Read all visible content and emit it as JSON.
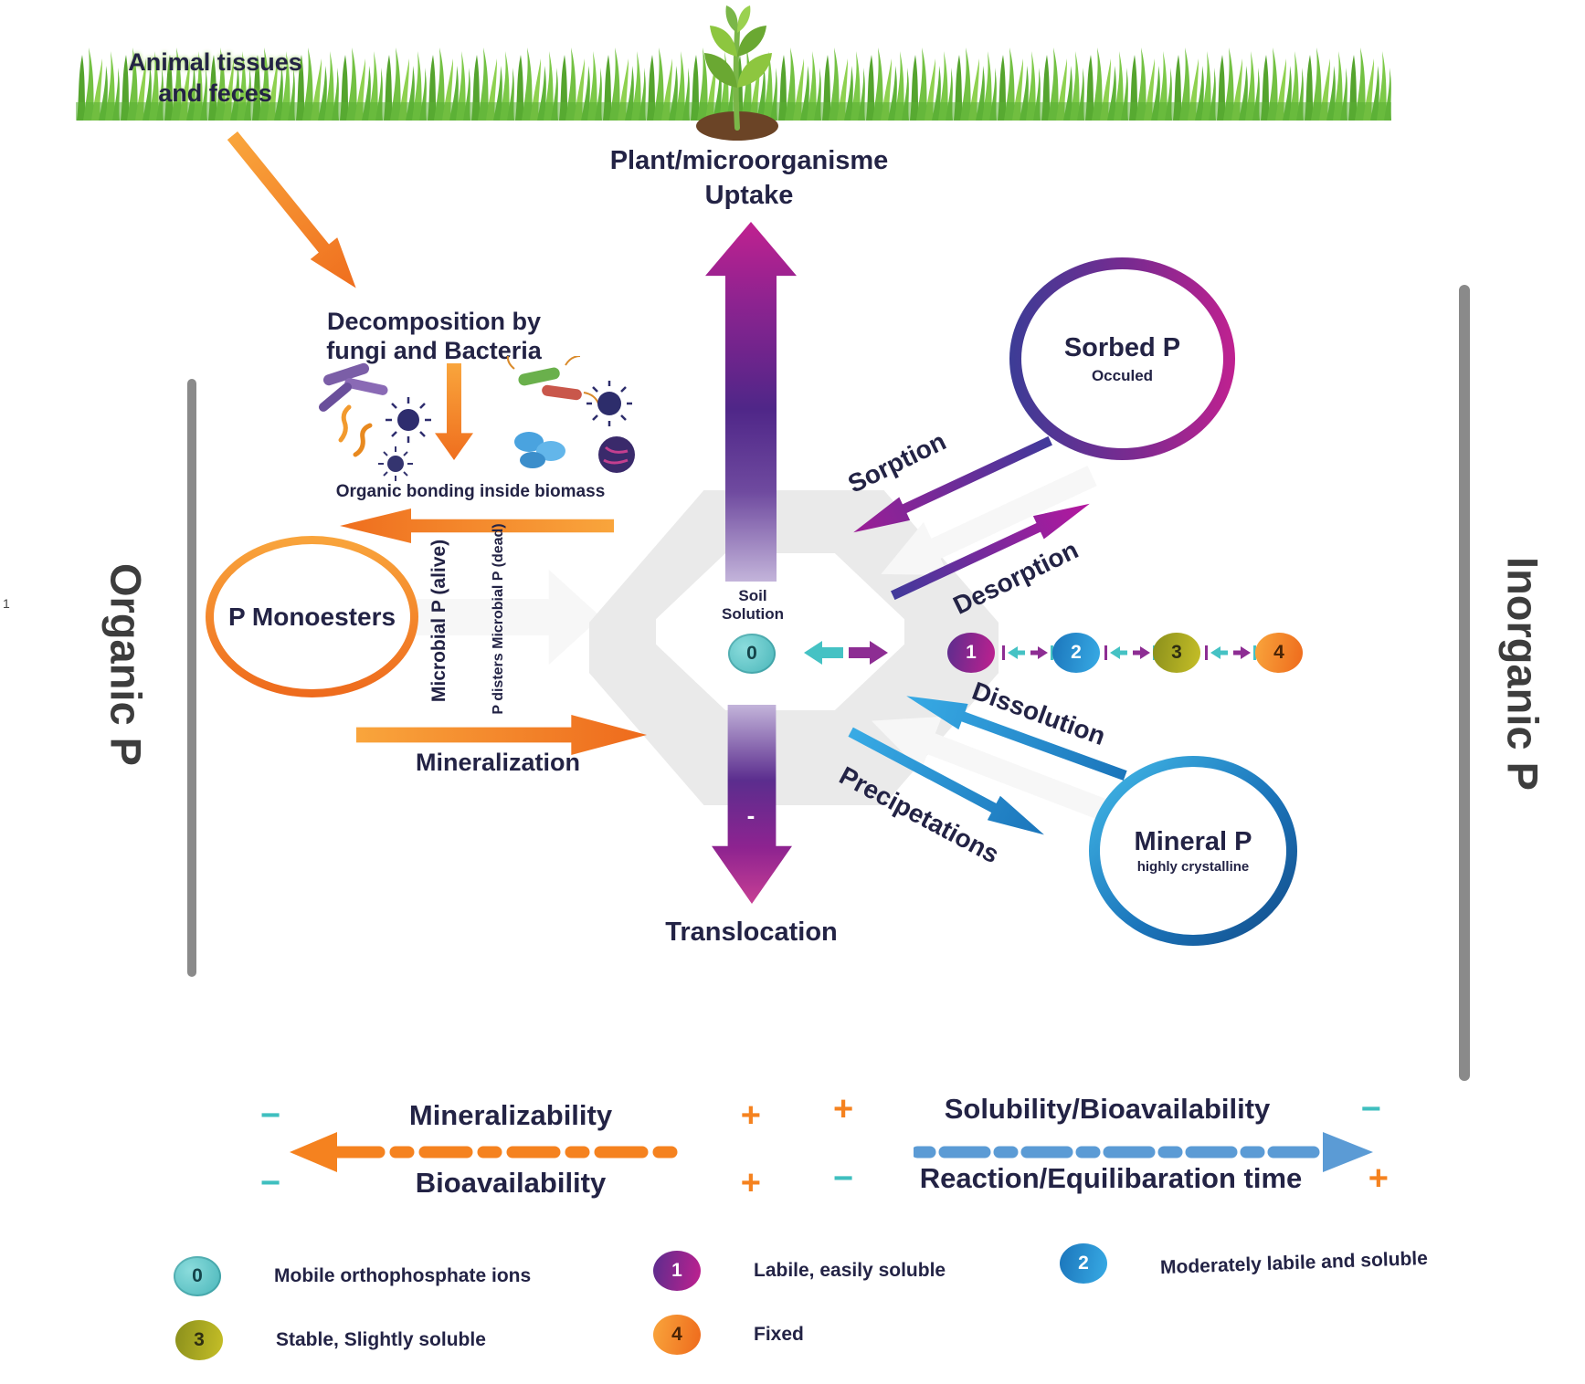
{
  "palette": {
    "orange": "#f5821f",
    "teal": "#45c2c4",
    "purple": "#53258e",
    "magenta": "#bb2190",
    "indigo": "#3f3d99",
    "blue": "#1b75bb",
    "light_blue": "#29abe2",
    "olive": "#a8ab22",
    "gray_bar": "#8a8a8a",
    "text_navy": "#232345",
    "grass_green": "#5aae35"
  },
  "top": {
    "animal_tissues_line1": "Animal tissues",
    "animal_tissues_line2": "and feces",
    "uptake_line1": "Plant/microorganisme",
    "uptake_line2": "Uptake"
  },
  "organic": {
    "side_label": "Organic P",
    "decomposition_line1": "Decomposition by",
    "decomposition_line2": "fungi and Bacteria",
    "organic_bonding": "Organic bonding inside biomass",
    "p_monoesters": "P Monoesters",
    "microbial_alive": "Microbial P (alive)",
    "microbial_dead": "P disters Microbial P (dead)",
    "mineralization": "Mineralization"
  },
  "inorganic": {
    "side_label": "Inorganic P",
    "sorbed_title": "Sorbed P",
    "sorbed_subtitle": "Occuled",
    "sorption": "Sorption",
    "desorption": "Desorption",
    "mineral_title": "Mineral P",
    "mineral_subtitle": "highly crystalline",
    "dissolution": "Dissolution",
    "precipitations": "Precipetations"
  },
  "center": {
    "soil_line1": "Soil",
    "soil_line2": "Solution",
    "translocation": "Translocation",
    "down_arrow_mark": "-"
  },
  "pools": [
    {
      "num": "0",
      "legend": "Mobile orthophosphate ions"
    },
    {
      "num": "1",
      "legend": "Labile, easily soluble"
    },
    {
      "num": "2",
      "legend": "Moderately labile and soluble"
    },
    {
      "num": "3",
      "legend": "Stable, Slightly soluble"
    },
    {
      "num": "4",
      "legend": "Fixed"
    }
  ],
  "axes": {
    "mineralizability": {
      "label": "Mineralizability",
      "left": "−",
      "right": "+"
    },
    "bioavailability": {
      "label": "Bioavailability",
      "left": "−",
      "right": "+"
    },
    "solubility": {
      "label": "Solubility/Bioavailability",
      "left": "+",
      "right": "−"
    },
    "reaction": {
      "label": "Reaction/Equilibaration time",
      "left": "−",
      "right": "+"
    }
  },
  "misc": {
    "edge_mark": "1"
  }
}
